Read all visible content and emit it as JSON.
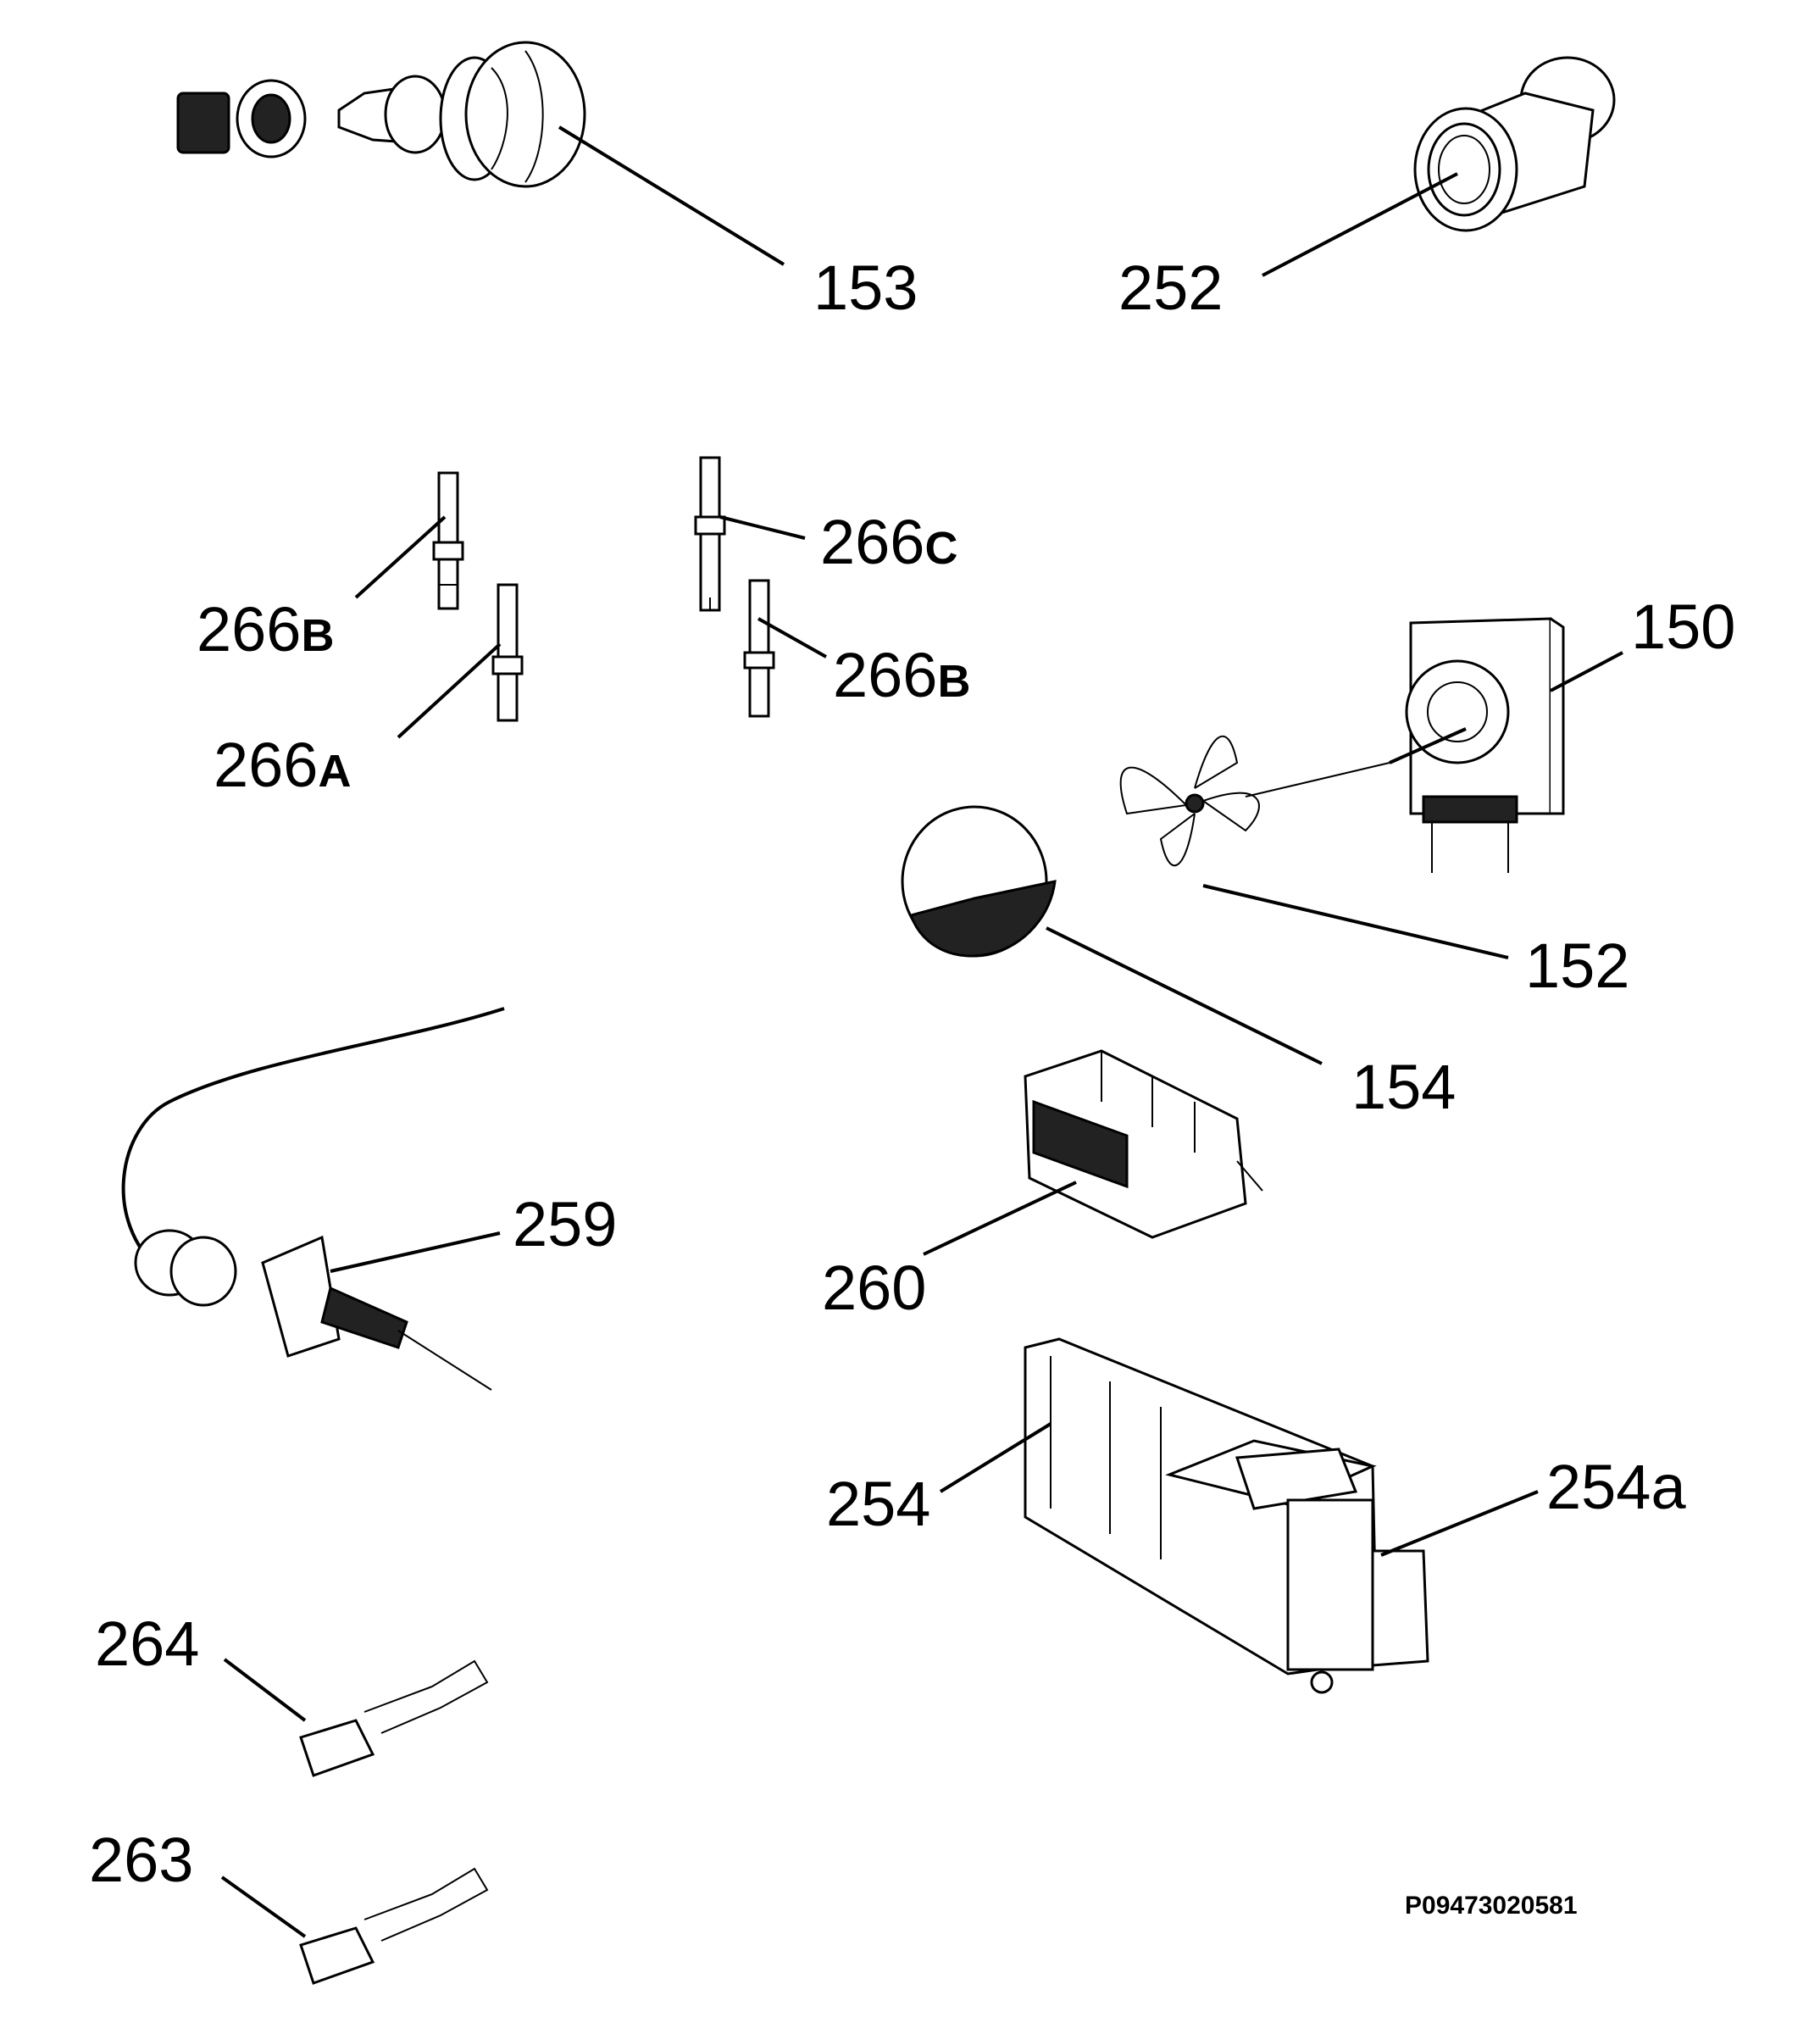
{
  "callouts": {
    "p153": "153",
    "p252": "252",
    "p266b_left": "266",
    "p266b_left_suffix": "B",
    "p266a": "266",
    "p266a_suffix": "A",
    "p266c": "266",
    "p266c_suffix": "C",
    "p266b_right": "266",
    "p266b_right_suffix": "B",
    "p150": "150",
    "p152": "152",
    "p154": "154",
    "p259": "259",
    "p260": "260",
    "p254": "254",
    "p254a": "254a",
    "p264": "264",
    "p263": "263"
  },
  "drawing_code": "P09473020581"
}
